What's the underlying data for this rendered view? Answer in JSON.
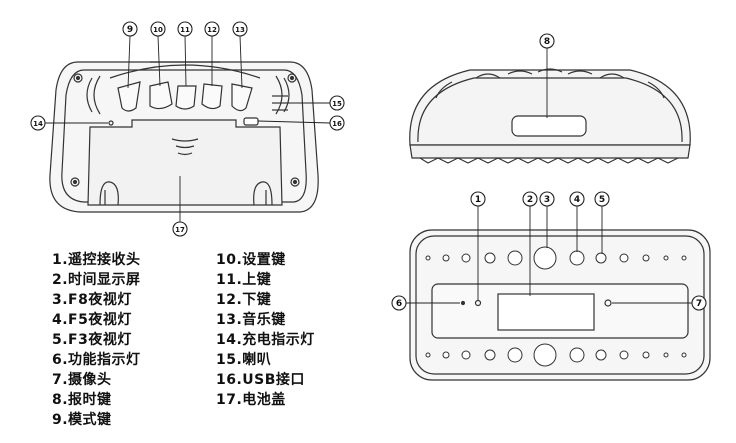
{
  "callouts": [
    "1",
    "2",
    "3",
    "4",
    "5",
    "6",
    "7",
    "8",
    "9",
    "10",
    "11",
    "12",
    "13",
    "14",
    "15",
    "16",
    "17"
  ],
  "legend": [
    {
      "text": "1.遥控接收头"
    },
    {
      "text": "2.时间显示屏"
    },
    {
      "text": "3.F8夜视灯"
    },
    {
      "text": "4.F5夜视灯"
    },
    {
      "text": "5.F3夜视灯"
    },
    {
      "text": "6.功能指示灯"
    },
    {
      "text": "7.摄像头"
    },
    {
      "text": "8.报时键"
    },
    {
      "text": "9.模式键"
    },
    {
      "text": "10.设置键"
    },
    {
      "text": "11.上键"
    },
    {
      "text": "12.下键"
    },
    {
      "text": "13.音乐键"
    },
    {
      "text": "14.充电指示灯"
    },
    {
      "text": "15.喇叭"
    },
    {
      "text": "16.USB接口"
    },
    {
      "text": "17.电池盖"
    }
  ],
  "colors": {
    "line": "#333333",
    "panel": "#f2f2f2",
    "dark": "#555555"
  }
}
